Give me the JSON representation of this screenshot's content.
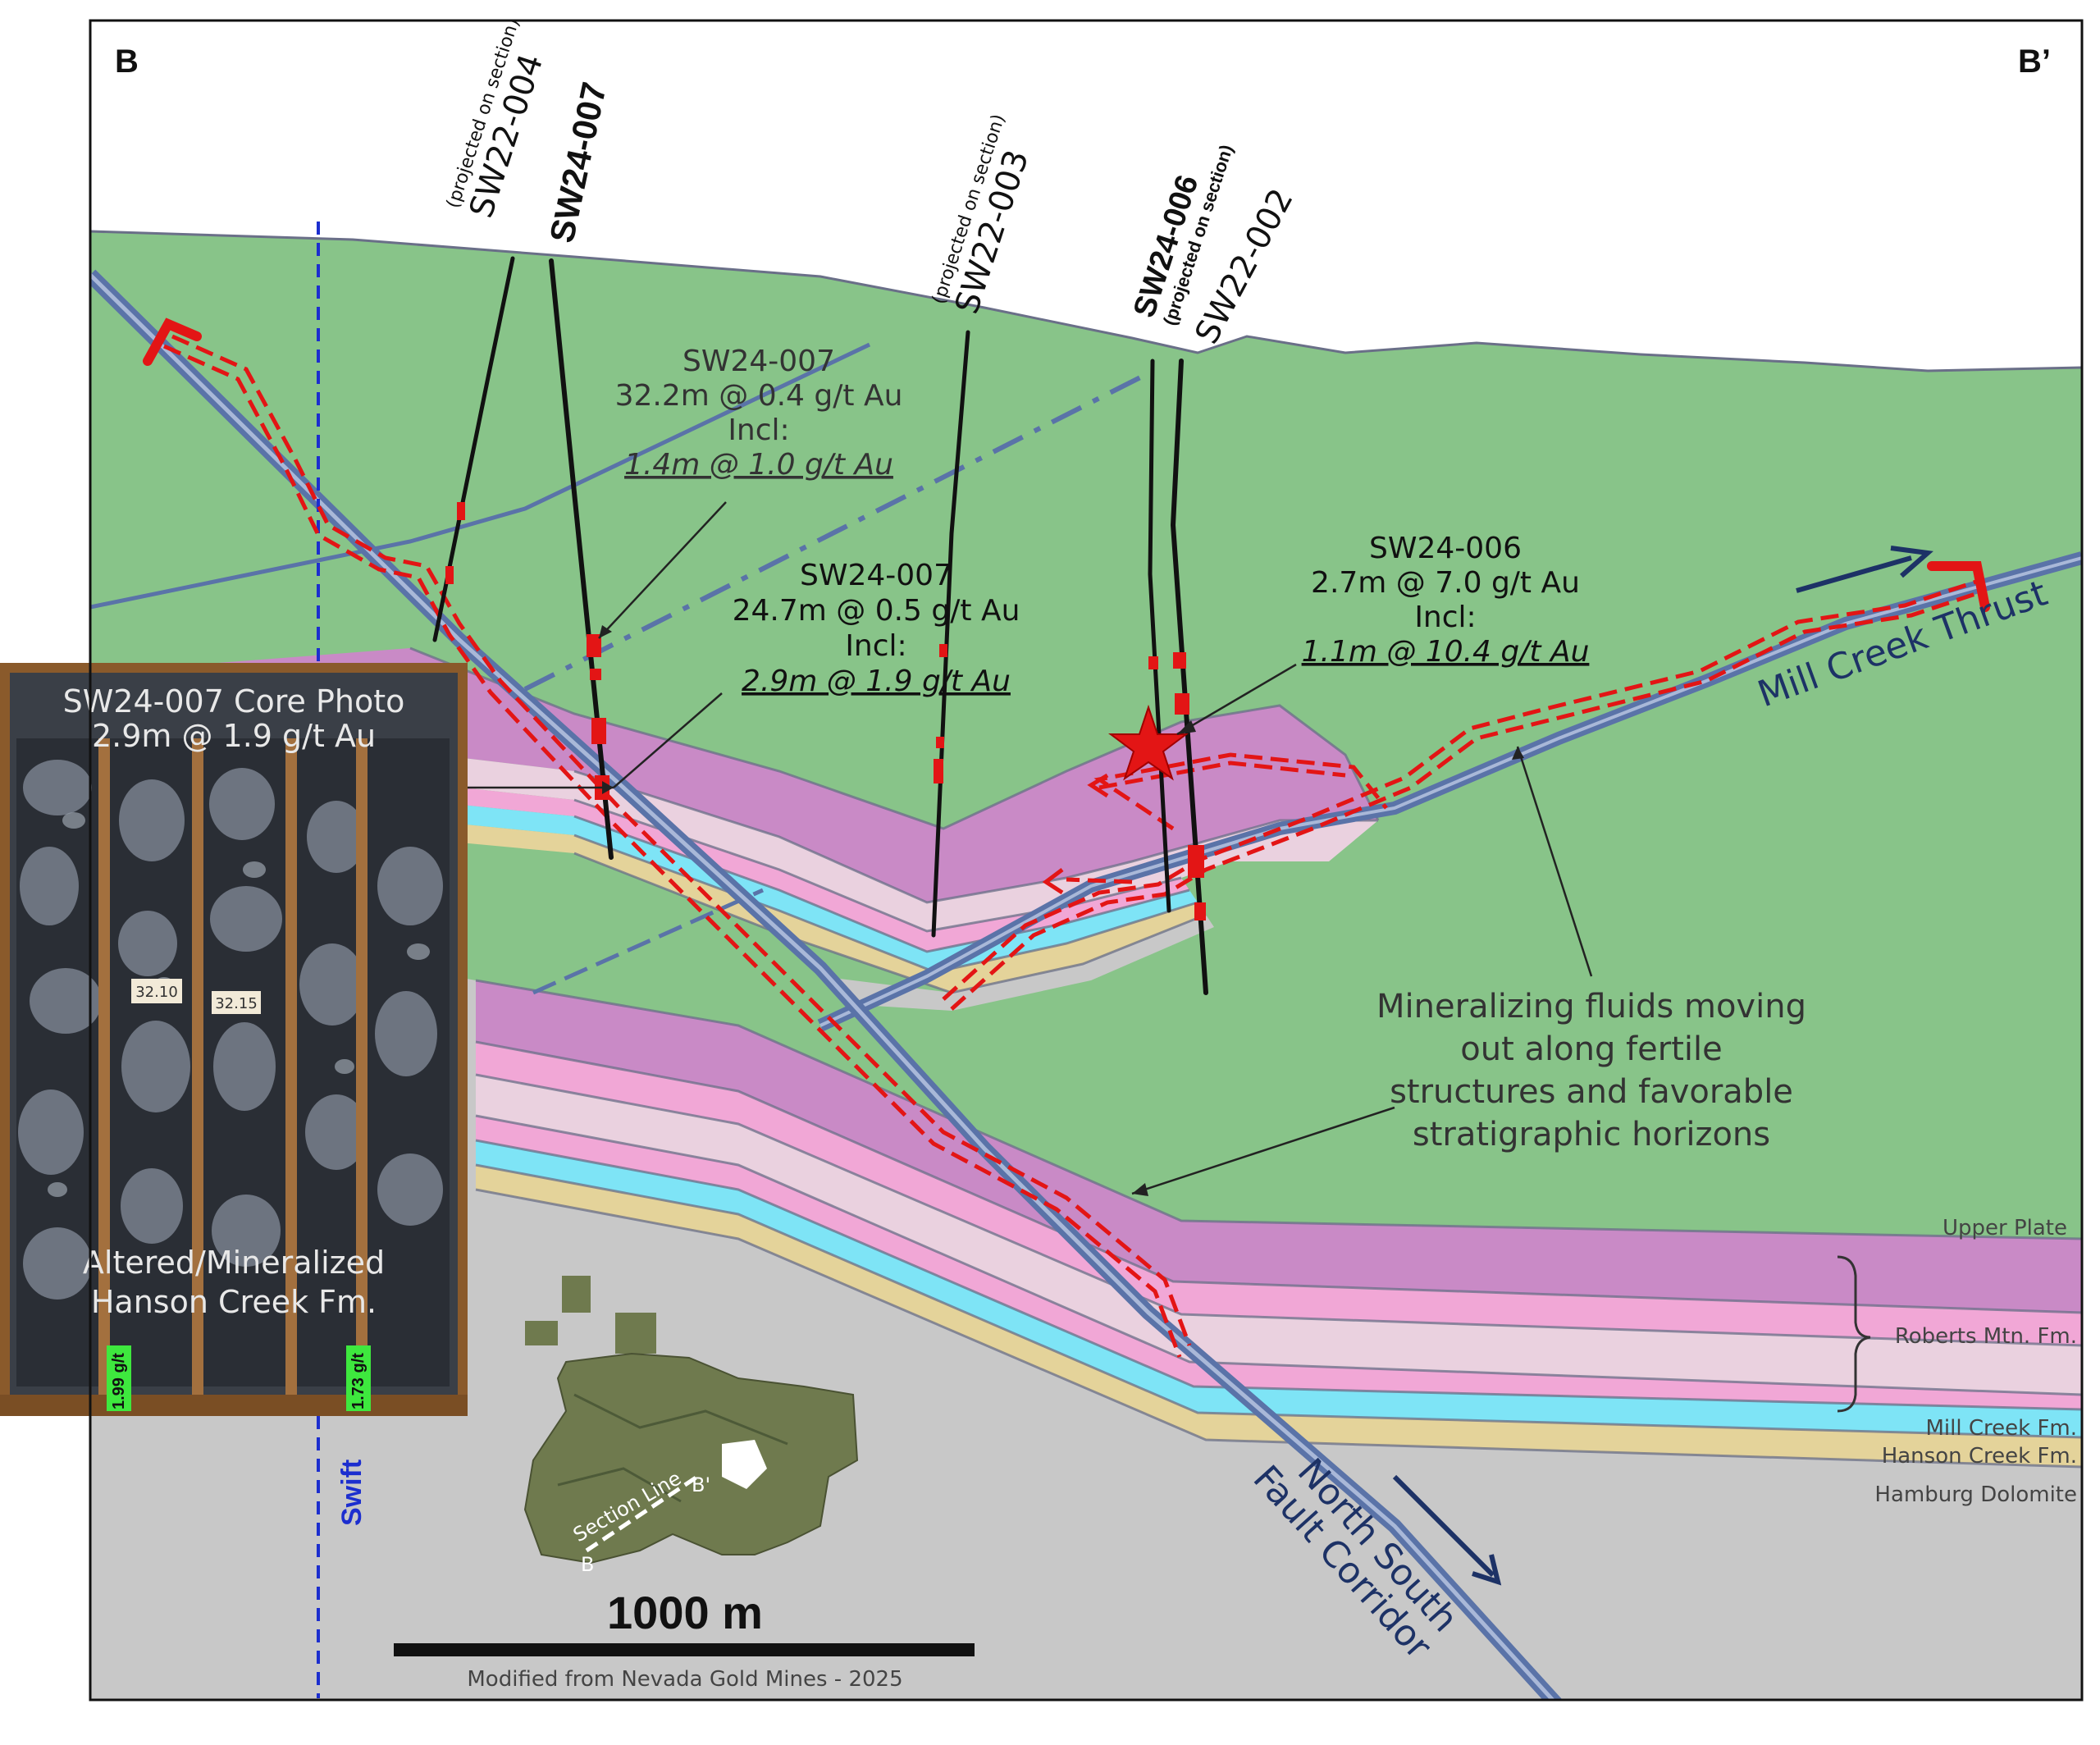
{
  "corner_labels": {
    "left": "B",
    "right": "B’"
  },
  "drill_holes": {
    "sw22_004": {
      "name": "SW22-004",
      "note": "(projected on section)"
    },
    "sw24_007": {
      "name": "SW24-007"
    },
    "sw22_003": {
      "name": "SW22-003",
      "note": "(projected on section)"
    },
    "sw24_006": {
      "name": "SW24-006",
      "note": "(projected on section)"
    },
    "sw22_002": {
      "name": "SW22-002"
    }
  },
  "intercepts": {
    "upper_007": {
      "hole": "SW24-007",
      "main": "32.2m @ 0.4 g/t Au",
      "incl": "Incl:",
      "sub": "1.4m @ 1.0 g/t Au"
    },
    "lower_007": {
      "hole": "SW24-007",
      "main": "24.7m @ 0.5 g/t Au",
      "incl": "Incl:",
      "sub": "2.9m @ 1.9 g/t Au"
    },
    "hole_006": {
      "hole": "SW24-006",
      "main": "2.7m @ 7.0 g/t Au",
      "incl": "Incl:",
      "sub": "1.1m @ 10.4 g/t Au"
    }
  },
  "structures": {
    "mill_creek_thrust": "Mill Creek Thrust",
    "north_south_line1": "North South",
    "north_south_line2": "Fault Corridor",
    "swift": "Swift"
  },
  "fluids_note": [
    "Mineralizing fluids moving",
    "out along fertile",
    "structures and favorable",
    "stratigraphic horizons"
  ],
  "formations": {
    "upper_plate": "Upper Plate",
    "roberts_mtn": "Roberts Mtn. Fm.",
    "mill_creek": "Mill Creek Fm.",
    "hanson_creek": "Hanson Creek Fm.",
    "hamburg": "Hamburg Dolomite"
  },
  "core_photo": {
    "title1": "SW24-007 Core Photo",
    "title2": "2.9m @ 1.9 g/t Au",
    "caption1": "Altered/Mineralized",
    "caption2": "Hanson Creek Fm.",
    "tag_left": "1.99 g/t",
    "tag_right": "1.73 g/t",
    "box_label_a": "32.10",
    "box_label_b": "32.15"
  },
  "inset_map": {
    "section_line": "Section Line",
    "end_b": "B",
    "end_b_prime": "B'"
  },
  "scale_bar": {
    "label": "1000 m"
  },
  "credit": "Modified from Nevada Gold Mines - 2025",
  "colors": {
    "upper_plate_green": "#88c489",
    "magenta": "#c98ac6",
    "light_pink": "#ead1df",
    "pink": "#f1a7d6",
    "cyan": "#7ee4f6",
    "tan": "#e4d39a",
    "grey": "#c8c8c8",
    "fault_blue": "#5a73a8",
    "text_dark_blue": "#1d3266",
    "mineral_red": "#e31515",
    "swift_blue": "#1c2ecf"
  }
}
